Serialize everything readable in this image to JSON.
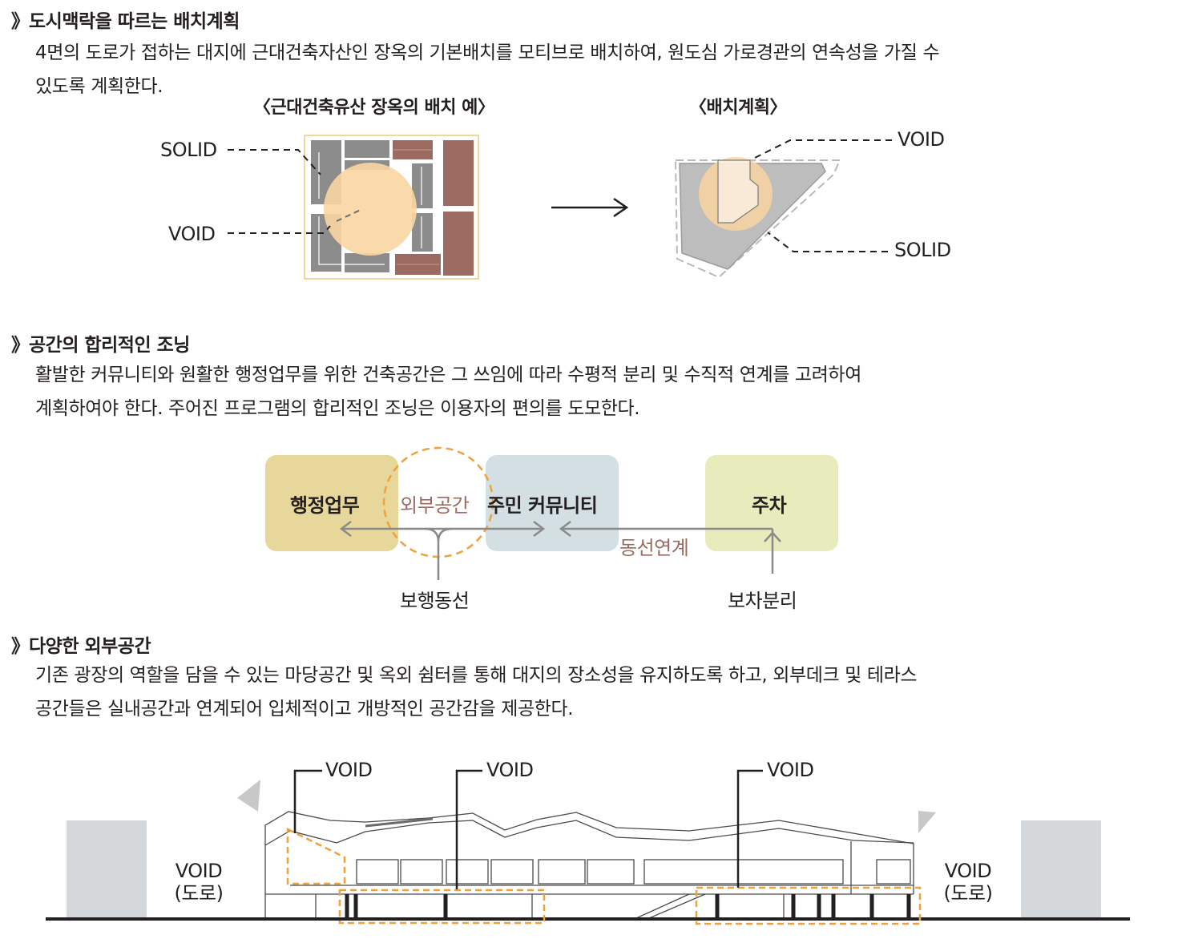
{
  "colors": {
    "solid_gray": "#8c8c8c",
    "solid_brown": "#9b6b61",
    "void_circle": "#f9d5a2",
    "orange_dash": "#eea13c",
    "admin_zone": "#e8d79a",
    "community_zone": "#d3dfe2",
    "parking_zone": "#e8ecbd",
    "arrow_gray": "#8a8a8a",
    "brown_text": "#9b6b61",
    "building_gray": "#d5d8db"
  },
  "section1": {
    "marker": "》",
    "title": "도시맥락을 따르는 배치계획",
    "body_line1": "4면의 도로가 접하는 대지에 근대건축자산인 장옥의 기본배치를 모티브로 배치하여,  원도심 가로경관의 연속성을 가질 수",
    "body_line2": "있도록 계획한다.",
    "caption_left": "〈근대건축유산 장옥의 배치 예〉",
    "caption_right": "〈배치계획〉",
    "left_label_solid": "SOLID",
    "left_label_void": "VOID",
    "right_label_void": "VOID",
    "right_label_solid": "SOLID",
    "arrow_icon": "arrow-right-icon"
  },
  "section2": {
    "marker": "》",
    "title": "공간의 합리적인 조닝",
    "body_line1": "활발한 커뮤니티와 원활한 행정업무를 위한 건축공간은 그 쓰임에 따라 수평적 분리 및 수직적 연계를 고려하여",
    "body_line2": "계획하여야 한다.  주어진 프로그램의 합리적인 조닝은 이용자의 편의를 도모한다.",
    "zone_admin": "행정업무",
    "zone_outdoor": "외부공간",
    "zone_community": "주민 커뮤니티",
    "zone_parking": "주차",
    "link_circulation": "동선연계",
    "pedestrian_circulation": "보행동선",
    "vehicle_separation": "보차분리"
  },
  "section3": {
    "marker": "》",
    "title": "다양한 외부공간",
    "body_line1": "기존 광장의 역할을 담을 수 있는 마당공간 및 옥외 쉼터를 통해 대지의 장소성을 유지하도록 하고,  외부데크 및 테라스",
    "body_line2": "공간들은 실내공간과 연계되어 입체적이고 개방적인 공간감을 제공한다.",
    "void_label_1": "VOID",
    "void_label_2": "VOID",
    "void_label_3": "VOID",
    "road_left_line1": "VOID",
    "road_left_line2": "(도로)",
    "road_right_line1": "VOID",
    "road_right_line2": "(도로)"
  }
}
